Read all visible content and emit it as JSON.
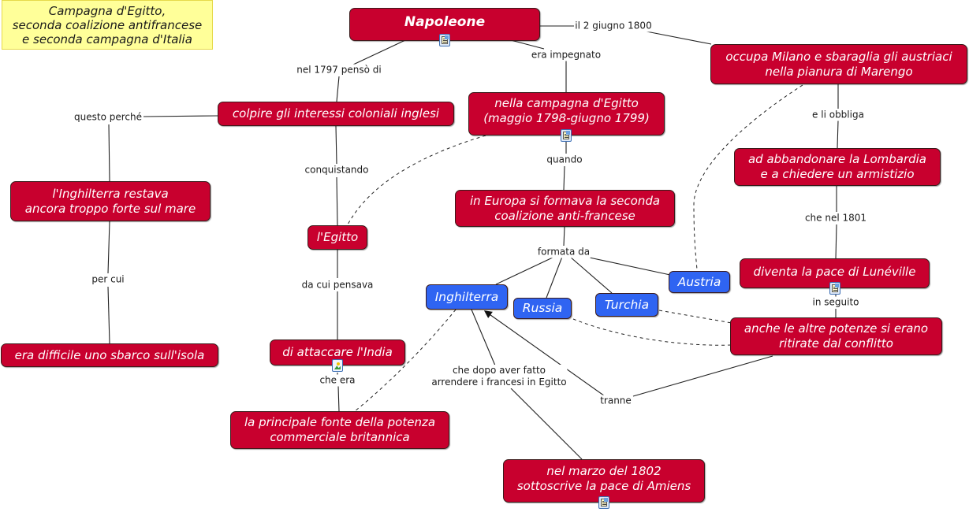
{
  "title_box": "Campagna d'Egitto,\nseconda coalizione antifrancese\ne seconda campagna d'Italia",
  "colors": {
    "concept_red": "#c8002e",
    "concept_blue": "#2f64f2",
    "title_yellow": "#ffff99"
  },
  "concepts": {
    "napoleone": "Napoleone",
    "colpire": "colpire gli interessi coloniali inglesi",
    "campagna_egitto": "nella campagna d'Egitto\n(maggio 1798-giugno 1799)",
    "occupa_milano": "occupa Milano e sbaraglia gli austriaci\nnella pianura di Marengo",
    "inghilterra_forte": "l'Inghilterra restava\nancora troppo forte sul mare",
    "abbandonare": "ad abbandonare la Lombardia\ne a chiedere un armistizio",
    "europa_coalizione": "in Europa si formava la seconda\ncoalizione anti-francese",
    "egitto": "l'Egitto",
    "luneville": "diventa la pace di Lunéville",
    "inghilterra": "Inghilterra",
    "russia": "Russia",
    "turchia": "Turchia",
    "austria": "Austria",
    "altre_potenze": "anche le altre potenze si erano\nritirate dal conflitto",
    "sbarco": "era difficile uno sbarco sull'isola",
    "india": "di attaccare l'India",
    "fonte": "la principale fonte della potenza\ncommerciale britannica",
    "amiens": "nel marzo del 1802\nsottoscrive la pace di Amiens"
  },
  "link_labels": {
    "il_2_giugno": "il 2 giugno 1800",
    "era_impegnato": "era impegnato",
    "nel_1797": "nel 1797 pensò di",
    "questo_perche": "questo perché",
    "e_li_obbliga": "e li obbliga",
    "conquistando": "conquistando",
    "quando": "quando",
    "che_nel_1801": "che nel 1801",
    "per_cui": "per cui",
    "formata_da": "formata da",
    "da_cui_pensava": "da cui pensava",
    "in_seguito": "in seguito",
    "che_era": "che era",
    "che_dopo": "che dopo aver fatto\narrendere i francesi in Egitto",
    "tranne": "tranne"
  },
  "resources": [
    {
      "attached_to": "napoleone",
      "icon": "document-icon"
    },
    {
      "attached_to": "campagna_egitto",
      "icon": "document-icon"
    },
    {
      "attached_to": "luneville",
      "icon": "document-icon"
    },
    {
      "attached_to": "india",
      "icon": "image-icon"
    },
    {
      "attached_to": "amiens",
      "icon": "document-icon"
    }
  ]
}
